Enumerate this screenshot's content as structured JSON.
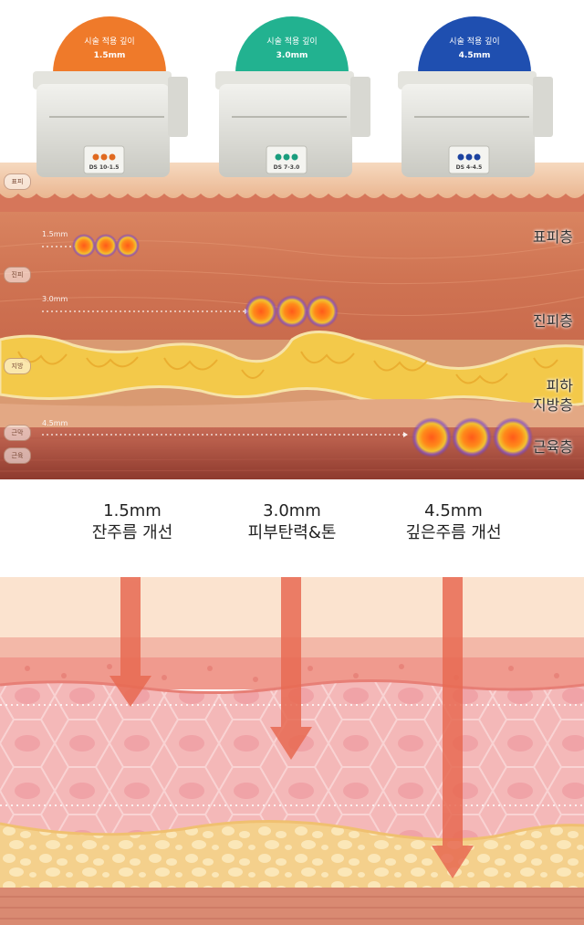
{
  "cartridges": [
    {
      "dome_line1": "시술 적용 깊이",
      "dome_line2": "1.5mm",
      "code": "DS 10-1.5",
      "color": "#ef7a2a",
      "dot_color": "#e06a20"
    },
    {
      "dome_line1": "시술 적용 깊이",
      "dome_line2": "3.0mm",
      "code": "DS 7-3.0",
      "color": "#22b290",
      "dot_color": "#1a9d7d"
    },
    {
      "dome_line1": "시술 적용 깊이",
      "dome_line2": "4.5mm",
      "code": "DS 4-4.5",
      "color": "#1f4fb0",
      "dot_color": "#1d43a0"
    }
  ],
  "side_tags": [
    "표피",
    "진피",
    "지방",
    "근막",
    "근육"
  ],
  "depth_markers": [
    "1.5mm",
    "3.0mm",
    "4.5mm"
  ],
  "layer_labels": {
    "epidermis": "표피층",
    "dermis": "진피층",
    "subcutaneous_line1": "피하",
    "subcutaneous_line2": "지방층",
    "muscle": "근육층"
  },
  "captions": [
    {
      "depth": "1.5mm",
      "effect": "잔주름 개선"
    },
    {
      "depth": "3.0mm",
      "effect": "피부탄력&톤"
    },
    {
      "depth": "4.5mm",
      "effect": "깊은주름 개선"
    }
  ]
}
